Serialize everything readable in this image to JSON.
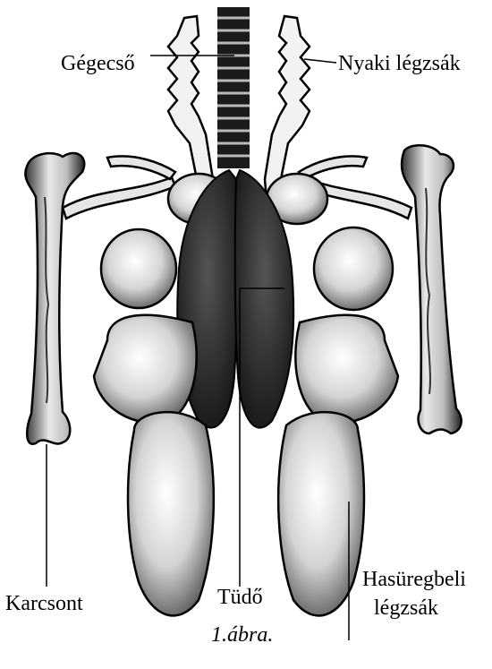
{
  "figure": {
    "labels": {
      "trachea": "Gégecső",
      "neck_air_sac": "Nyaki légzsák",
      "coracoid": "Karcsont",
      "lung": "Tüdő",
      "abdominal_air_sac_line1": "Hasüregbeli",
      "abdominal_air_sac_line2": "légzsák"
    },
    "caption": "1.ábra.",
    "colors": {
      "ink": "#000000",
      "dark_tissue": "#2a2a2a",
      "light_tissue": "#d9d9d9",
      "background": "#ffffff"
    }
  }
}
